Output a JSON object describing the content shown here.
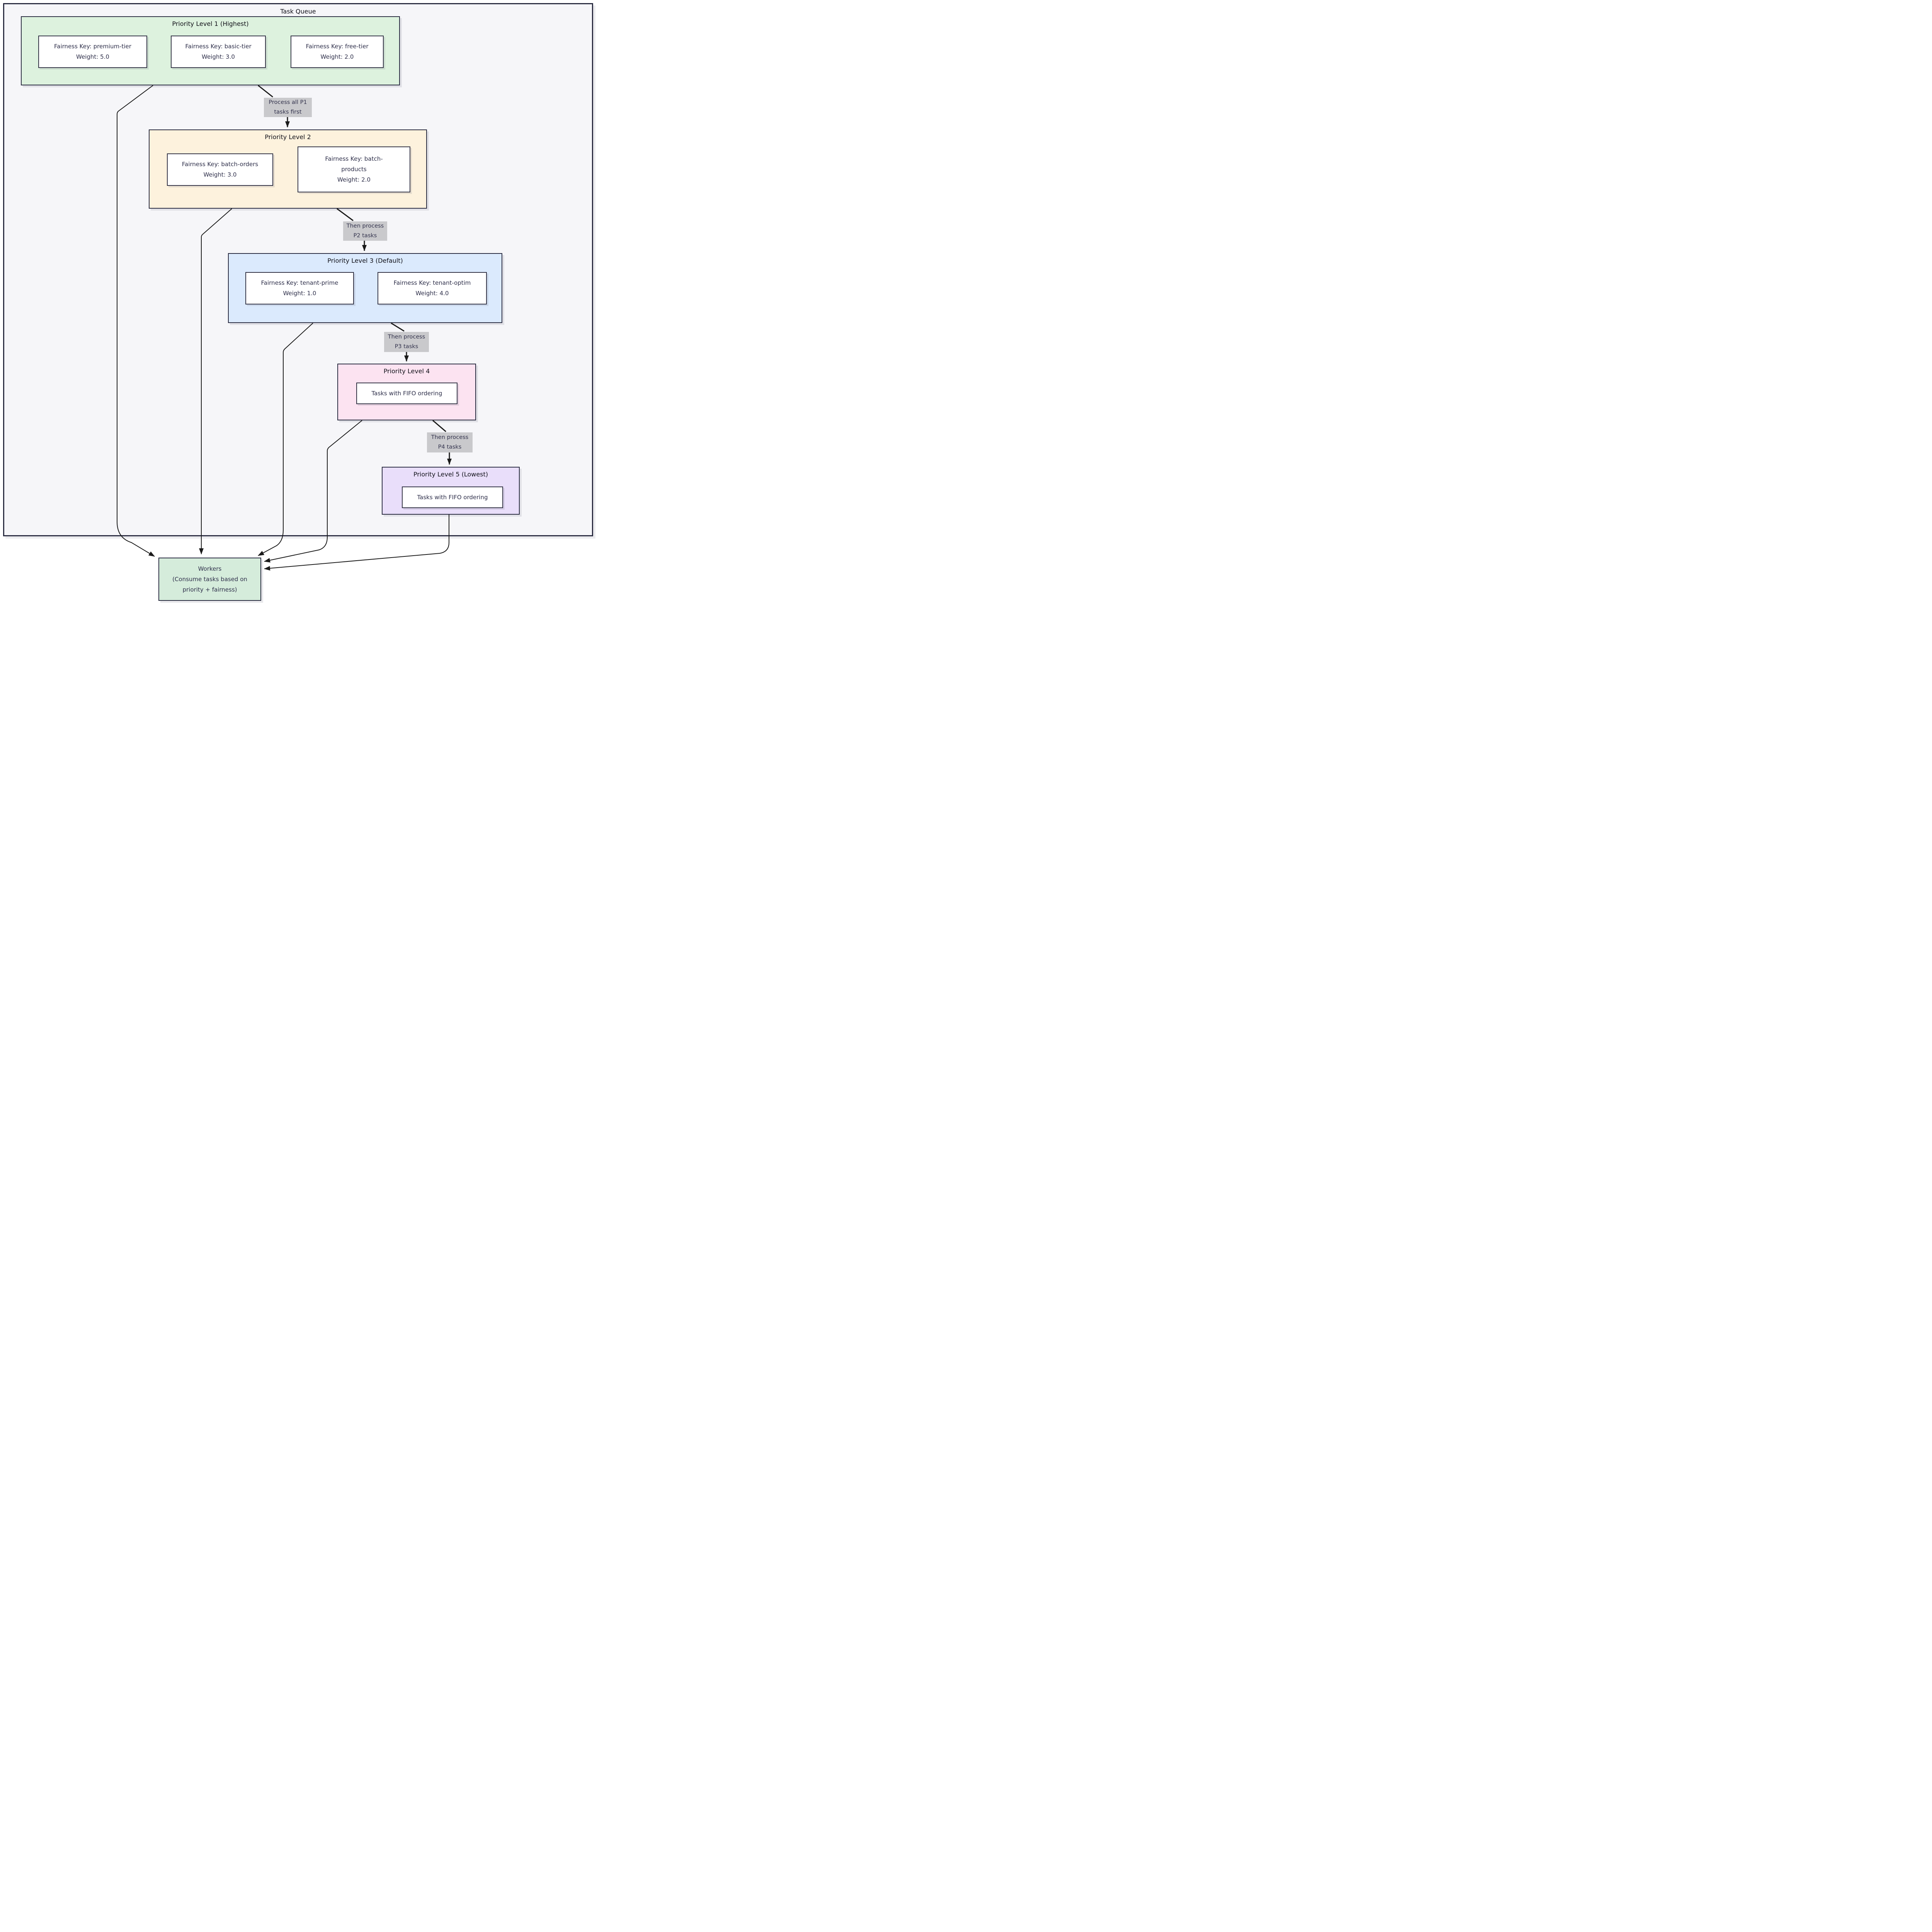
{
  "diagram": {
    "container_title": "Task Queue",
    "groups": [
      {
        "id": "p1",
        "title": "Priority Level 1 (Highest)",
        "bg": "#ddf2de",
        "nodes": [
          {
            "lines": [
              "Fairness Key: premium-tier",
              "Weight: 5.0"
            ]
          },
          {
            "lines": [
              "Fairness Key: basic-tier",
              "Weight: 3.0"
            ]
          },
          {
            "lines": [
              "Fairness Key: free-tier",
              "Weight: 2.0"
            ]
          }
        ]
      },
      {
        "id": "p2",
        "title": "Priority Level 2",
        "bg": "#fdf2dd",
        "nodes": [
          {
            "lines": [
              "Fairness Key: batch-orders",
              "Weight: 3.0"
            ]
          },
          {
            "lines": [
              "Fairness Key: batch-",
              "products",
              "Weight: 2.0"
            ]
          }
        ]
      },
      {
        "id": "p3",
        "title": "Priority Level 3 (Default)",
        "bg": "#dbeafd",
        "nodes": [
          {
            "lines": [
              "Fairness Key: tenant-prime",
              "Weight: 1.0"
            ]
          },
          {
            "lines": [
              "Fairness Key: tenant-optim",
              "Weight: 4.0"
            ]
          }
        ]
      },
      {
        "id": "p4",
        "title": "Priority Level 4",
        "bg": "#fce3f1",
        "nodes": [
          {
            "lines": [
              "Tasks with FIFO ordering"
            ]
          }
        ]
      },
      {
        "id": "p5",
        "title": "Priority Level 5 (Lowest)",
        "bg": "#e9defa",
        "nodes": [
          {
            "lines": [
              "Tasks with FIFO ordering"
            ]
          }
        ]
      }
    ],
    "workers": {
      "bg": "#d5ecdb",
      "lines": [
        "Workers",
        "(Consume tasks based on",
        "priority + fairness)"
      ]
    },
    "edge_labels": [
      {
        "lines": [
          "Process all P1",
          "tasks first"
        ]
      },
      {
        "lines": [
          "Then process",
          "P2 tasks"
        ]
      },
      {
        "lines": [
          "Then process",
          "P3 tasks"
        ]
      },
      {
        "lines": [
          "Then process",
          "P4 tasks"
        ]
      }
    ],
    "colors": {
      "canvas_bg": "#ffffff",
      "container_bg": "#f6f6f9",
      "container_border": "#2b2d42",
      "node_bg": "#ffffff",
      "node_border": "#343446",
      "edge_label_bg": "#c9c9cc",
      "edge_color": "#1a1a1a",
      "title_text": "#101018",
      "node_text": "#2e2f4a"
    }
  }
}
